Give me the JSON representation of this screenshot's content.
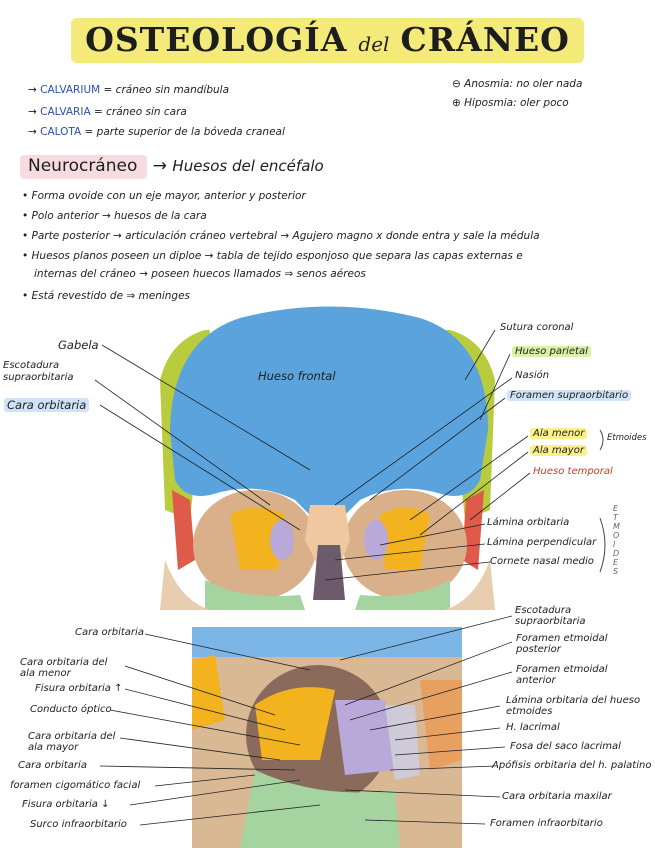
{
  "title": {
    "main": "OSTEOLOGÍA",
    "connector": "del",
    "main2": "CRÁNEO"
  },
  "definitions": [
    {
      "term": "CALVARIUM",
      "text": "= cráneo sin mandíbula"
    },
    {
      "term": "CALVARIA",
      "text": "= cráneo sin cara"
    },
    {
      "term": "CALOTA",
      "text": "= parte superior de la bóveda craneal"
    }
  ],
  "side_notes": [
    "⊖ Anosmia: no oler nada",
    "⊕ Hiposmia: oler poco"
  ],
  "section": {
    "title": "Neurocráneo",
    "arrow": "→",
    "subtitle": "Huesos del encéfalo"
  },
  "bullets": [
    "Forma ovoide con un eje mayor, anterior y posterior",
    "Polo anterior → huesos de la cara",
    "Parte posterior → articulación cráneo vertebral → Agujero magno x donde entra y sale la médula",
    "Huesos planos poseen un diploe → tabla de tejido esponjoso que separa las capas externas e",
    "internas del cráneo → poseen huecos llamados ⇒ senos aéreos",
    "Está revestido de ⇒ meninges"
  ],
  "skull_labels": {
    "center": "Hueso frontal",
    "left": [
      "Gabela",
      "Escotadura supraorbitaria",
      "Cara orbitaria"
    ],
    "right": [
      "Sutura coronal",
      "Hueso parietal",
      "Nasión",
      "Foramen supraorbitario",
      "Ala menor",
      "Ala mayor",
      "Etmoides",
      "Hueso temporal",
      "Lámina orbitaria",
      "Lámina perpendicular",
      "Cornete nasal medio",
      "ETMOIDES"
    ]
  },
  "orbit_labels": {
    "left": [
      "Cara orbitaria",
      "Cara orbitaria del ala menor",
      "Fisura orbitaria ↑",
      "Conducto óptico",
      "Cara orbitaria del ala mayor",
      "Cara orbitaria",
      "foramen cigomático facial",
      "Fisura orbitaria ↓",
      "Surco infraorbitario"
    ],
    "right": [
      "Escotadura supraorbitaria",
      "Foramen etmoidal posterior",
      "Foramen etmoidal anterior",
      "Lámina orbitaria del hueso etmoides",
      "H. lacrimal",
      "Fosa del saco lacrimal",
      "Apófisis orbitaria del h. palatino",
      "Cara orbitaria maxilar",
      "Foramen infraorbitario"
    ]
  },
  "colors": {
    "title_highlight": "#f3ea7a",
    "section_highlight": "#f7dcdf",
    "frontal": "#5aa3dc",
    "parietal": "#b8cc3e",
    "temporal": "#e05a4a",
    "sphenoid": "#f2b31e",
    "ethmoid": "#b9a9d8",
    "maxilla": "#a6d4a0"
  }
}
